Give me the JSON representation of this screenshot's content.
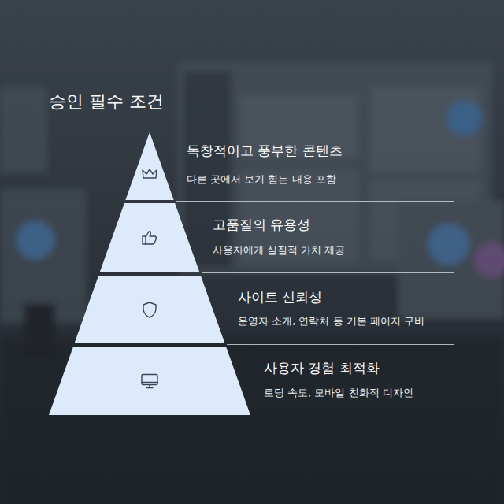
{
  "diagram": {
    "title": "승인 필수 조건",
    "nodes": [
      {
        "text": [
          "독창적이고 풍부한 콘텐츠",
          "다른 곳에서 보기 힘든 내용 포함"
        ]
      },
      {
        "text": [
          "고품질의 유용성",
          "사용자에게 실질적 가치 제공"
        ]
      },
      {
        "text": [
          "사이트 신뢰성",
          "운영자 소개, 연락처 등 기본 페이지 구비"
        ]
      },
      {
        "text": [
          "사용자 경험 최적화",
          "로딩 속도, 모바일 친화적 디자인"
        ]
      }
    ]
  }
}
